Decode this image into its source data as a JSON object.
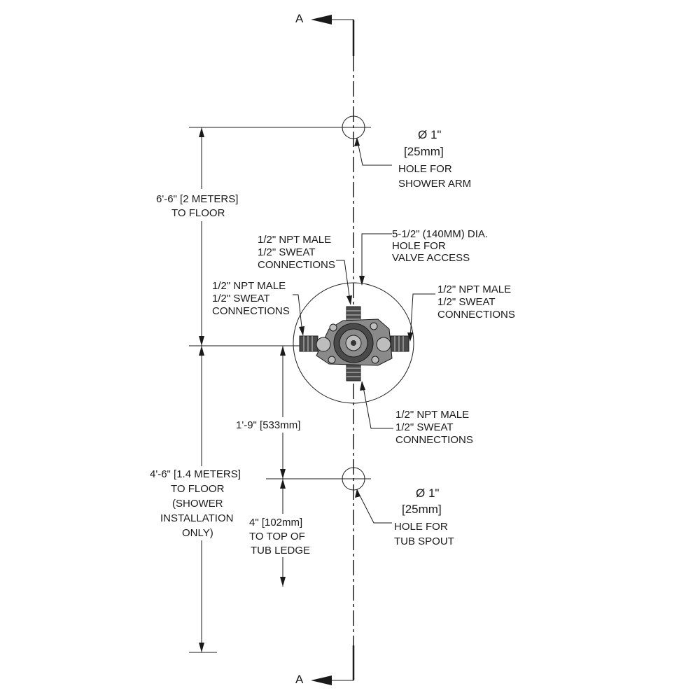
{
  "section_marker": {
    "top": "A",
    "bottom": "A"
  },
  "shower_arm_hole": {
    "diameter": "Ø 1\"",
    "metric": "[25mm]",
    "line1": "HOLE FOR",
    "line2": "SHOWER ARM"
  },
  "tub_spout_hole": {
    "diameter": "Ø 1\"",
    "metric": "[25mm]",
    "line1": "HOLE FOR",
    "line2": "TUB SPOUT"
  },
  "dim_shower_arm_height": {
    "line1": "6'-6\" [2 METERS]",
    "line2": "TO FLOOR"
  },
  "dim_valve_height": {
    "line1": "4'-6\" [1.4 METERS]",
    "line2": "TO FLOOR",
    "line3": "(SHOWER",
    "line4": "INSTALLATION",
    "line5": "ONLY)"
  },
  "dim_valve_to_spout": {
    "line1": "1'-9\" [533mm]"
  },
  "dim_spout_to_ledge": {
    "line1": "4\" [102mm]",
    "line2": "TO TOP OF",
    "line3": "TUB LEDGE"
  },
  "valve_access_hole": {
    "line1": "5-1/2\" (140MM) DIA.",
    "line2": "HOLE FOR",
    "line3": "VALVE ACCESS"
  },
  "connection_top": {
    "line1": "1/2\" NPT MALE",
    "line2": "1/2\" SWEAT",
    "line3": "CONNECTIONS"
  },
  "connection_left": {
    "line1": "1/2\" NPT MALE",
    "line2": "1/2\" SWEAT",
    "line3": "CONNECTIONS"
  },
  "connection_right": {
    "line1": "1/2\" NPT MALE",
    "line2": "1/2\" SWEAT",
    "line3": "CONNECTIONS"
  },
  "connection_bottom": {
    "line1": "1/2\" NPT MALE",
    "line2": "1/2\" SWEAT",
    "line3": "CONNECTIONS"
  }
}
